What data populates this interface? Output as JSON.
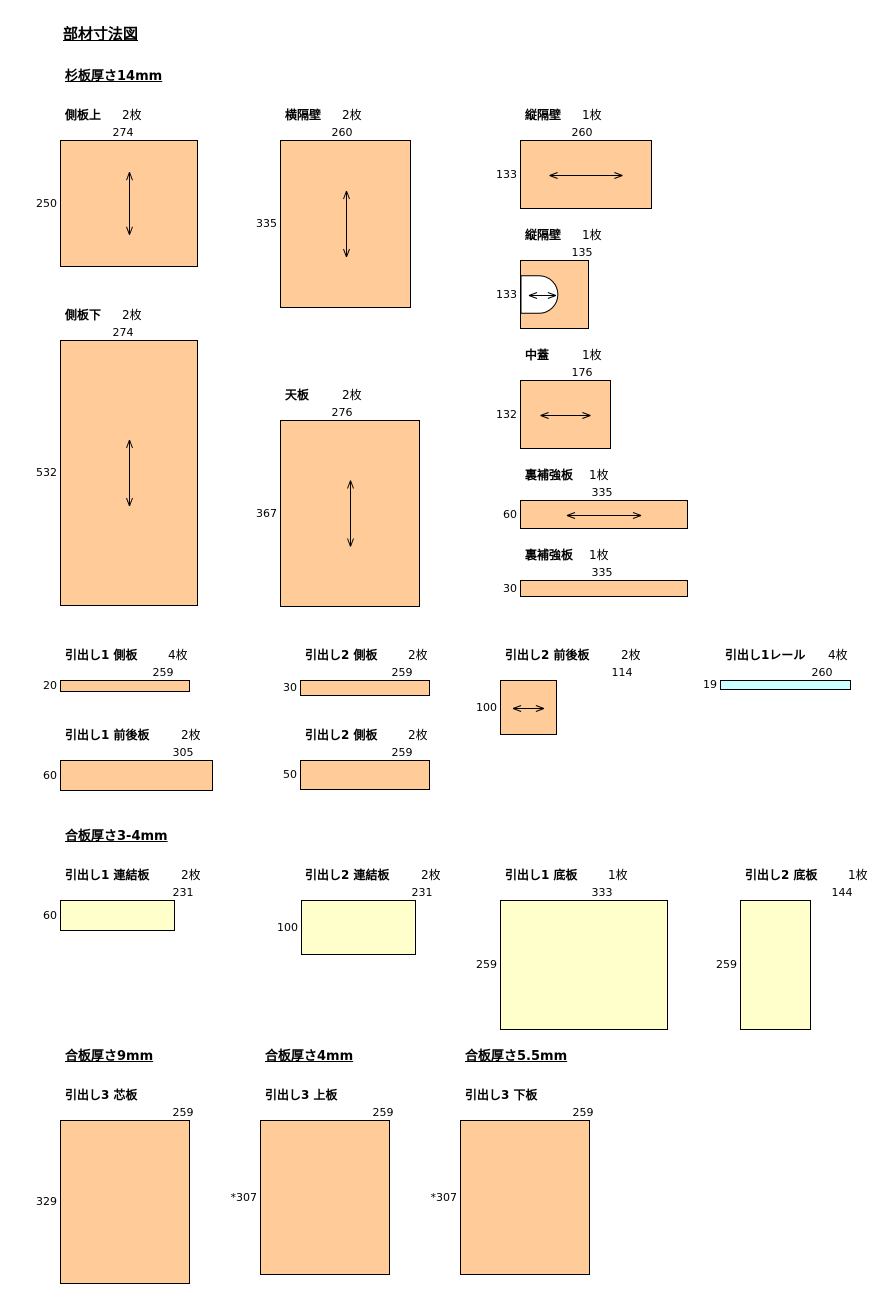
{
  "title": "部材寸法図",
  "sections": [
    {
      "id": "cedar",
      "label": "杉板厚さ14mm"
    },
    {
      "id": "ply34",
      "label": "合板厚さ3-4mm"
    },
    {
      "id": "ply9",
      "label": "合板厚さ9mm"
    },
    {
      "id": "ply4",
      "label": "合板厚さ4mm"
    },
    {
      "id": "ply55",
      "label": "合板厚さ5.5mm"
    }
  ],
  "parts": [
    {
      "name": "側板上",
      "count": "2枚",
      "width": "274",
      "height": "250",
      "material": "cedar",
      "grain": "vertical"
    },
    {
      "name": "横隔壁",
      "count": "2枚",
      "width": "260",
      "height": "335",
      "material": "cedar",
      "grain": "vertical"
    },
    {
      "name": "縦隔壁",
      "count": "1枚",
      "width": "260",
      "height": "133",
      "material": "cedar",
      "grain": "horizontal"
    },
    {
      "name": "縦隔壁",
      "count": "1枚",
      "width": "135",
      "height": "133",
      "material": "cedar",
      "grain": "horizontal",
      "notch": true
    },
    {
      "name": "側板下",
      "count": "2枚",
      "width": "274",
      "height": "532",
      "material": "cedar",
      "grain": "vertical"
    },
    {
      "name": "天板",
      "count": "2枚",
      "width": "276",
      "height": "367",
      "material": "cedar",
      "grain": "vertical"
    },
    {
      "name": "中蓋",
      "count": "1枚",
      "width": "176",
      "height": "132",
      "material": "cedar",
      "grain": "horizontal"
    },
    {
      "name": "裏補強板",
      "count": "1枚",
      "width": "335",
      "height": "60",
      "material": "cedar",
      "grain": "horizontal"
    },
    {
      "name": "裏補強板",
      "count": "1枚",
      "width": "335",
      "height": "30",
      "material": "cedar",
      "grain": "none"
    },
    {
      "name": "引出し1 側板",
      "count": "4枚",
      "width": "259",
      "height": "20",
      "material": "cedar",
      "grain": "none"
    },
    {
      "name": "引出し2 側板",
      "count": "2枚",
      "width": "259",
      "height": "30",
      "material": "cedar",
      "grain": "none"
    },
    {
      "name": "引出し2 前後板",
      "count": "2枚",
      "width": "114",
      "height": "100",
      "material": "cedar",
      "grain": "horizontal"
    },
    {
      "name": "引出し1レール",
      "count": "4枚",
      "width": "260",
      "height": "19",
      "material": "rail",
      "grain": "none"
    },
    {
      "name": "引出し1 前後板",
      "count": "2枚",
      "width": "305",
      "height": "60",
      "material": "cedar",
      "grain": "none"
    },
    {
      "name": "引出し2 側板",
      "count": "2枚",
      "width": "259",
      "height": "50",
      "material": "cedar",
      "grain": "none"
    },
    {
      "name": "引出し1 連結板",
      "count": "2枚",
      "width": "231",
      "height": "60",
      "material": "ply",
      "grain": "none"
    },
    {
      "name": "引出し2 連結板",
      "count": "2枚",
      "width": "231",
      "height": "100",
      "material": "ply",
      "grain": "none"
    },
    {
      "name": "引出し1 底板",
      "count": "1枚",
      "width": "333",
      "height": "259",
      "material": "ply",
      "grain": "none"
    },
    {
      "name": "引出し2 底板",
      "count": "1枚",
      "width": "144",
      "height": "259",
      "material": "ply",
      "grain": "none"
    },
    {
      "name": "引出し3 芯板",
      "count": "",
      "width": "259",
      "height": "329",
      "material": "cedar",
      "grain": "none"
    },
    {
      "name": "引出し3 上板",
      "count": "",
      "width": "259",
      "height": "*307",
      "material": "cedar",
      "grain": "none"
    },
    {
      "name": "引出し3 下板",
      "count": "",
      "width": "259",
      "height": "*307",
      "material": "cedar",
      "grain": "none"
    }
  ]
}
